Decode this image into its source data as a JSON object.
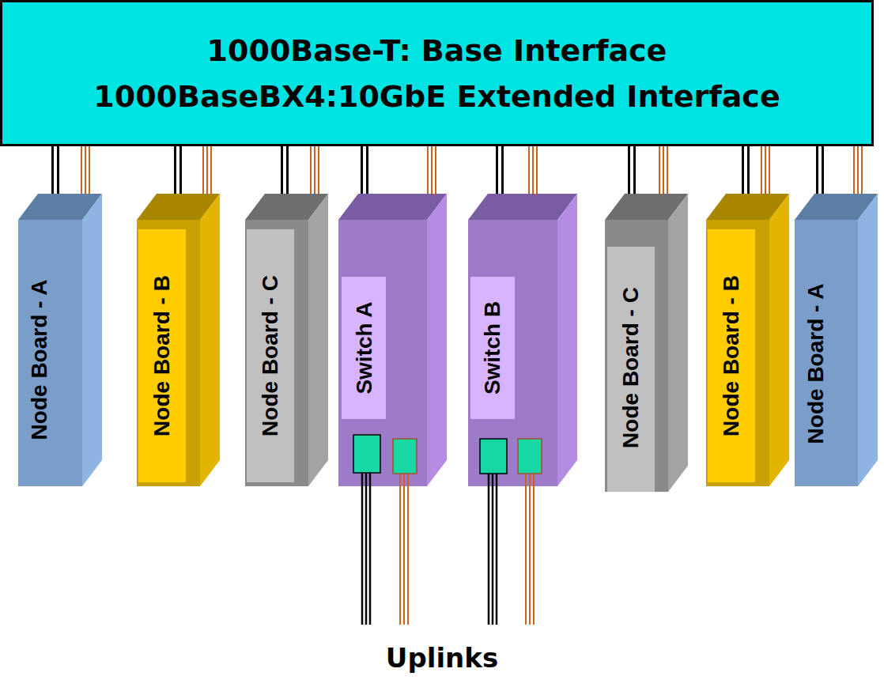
{
  "diagram": {
    "nodes": [
      {
        "text": [
          "1000Base-T: Base Interface",
          "1000BaseBX4:10GbE Extended Interface"
        ]
      },
      {
        "text": [
          "Node Board - A"
        ]
      },
      {
        "text": [
          "Node Board - B"
        ]
      },
      {
        "text": [
          "Node Board - C"
        ]
      },
      {
        "text": [
          "Switch A"
        ]
      },
      {
        "text": [
          "Switch B"
        ]
      },
      {
        "text": [
          "Node Board - C"
        ]
      },
      {
        "text": [
          "Node Board - B"
        ]
      },
      {
        "text": [
          "Node Board - A"
        ]
      }
    ],
    "edges": [
      {
        "from": 0,
        "to": 1,
        "arrow": "none"
      },
      {
        "from": 0,
        "to": 1,
        "arrow": "none"
      },
      {
        "from": 0,
        "to": 2,
        "arrow": "none"
      },
      {
        "from": 0,
        "to": 2,
        "arrow": "none"
      },
      {
        "from": 0,
        "to": 3,
        "arrow": "none"
      },
      {
        "from": 0,
        "to": 3,
        "arrow": "none"
      },
      {
        "from": 0,
        "to": 4,
        "arrow": "none"
      },
      {
        "from": 0,
        "to": 4,
        "arrow": "none"
      },
      {
        "from": 0,
        "to": 5,
        "arrow": "none"
      },
      {
        "from": 0,
        "to": 5,
        "arrow": "none"
      },
      {
        "from": 0,
        "to": 6,
        "arrow": "none"
      },
      {
        "from": 0,
        "to": 6,
        "arrow": "none"
      },
      {
        "from": 0,
        "to": 7,
        "arrow": "none"
      },
      {
        "from": 0,
        "to": 7,
        "arrow": "none"
      },
      {
        "from": 0,
        "to": 8,
        "arrow": "none"
      },
      {
        "from": 0,
        "to": 8,
        "arrow": "none"
      }
    ],
    "labels": [
      "Uplinks"
    ]
  }
}
